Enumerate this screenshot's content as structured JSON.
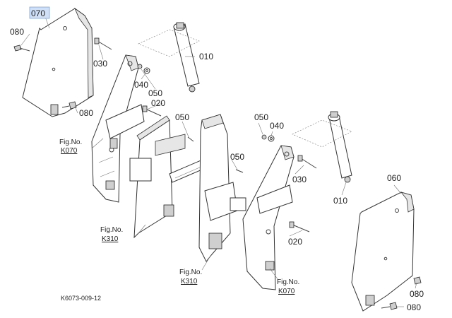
{
  "diagram": {
    "part_labels": {
      "p070": "070",
      "p080_top": "080",
      "p080_left_bottom": "080",
      "p030_left": "030",
      "p010_left": "010",
      "p040_left": "040",
      "p050_left": "050",
      "p020_left": "020",
      "p050_mid": "050",
      "p050_right_top": "050",
      "p040_right": "040",
      "p050_right_mid": "050",
      "p030_right": "030",
      "p010_right": "010",
      "p060": "060",
      "p020_right": "020",
      "p080_right_a": "080",
      "p080_right_b": "080"
    },
    "fig_refs": {
      "k070_left_title": "Fig.No.",
      "k070_left_code": "K070",
      "k310_left_title": "Fig.No.",
      "k310_left_code": "K310",
      "k310_right_title": "Fig.No.",
      "k310_right_code": "K310",
      "k070_right_title": "Fig.No.",
      "k070_right_code": "K070"
    },
    "drawing_code": "K6073-009-12",
    "highlight_color": "#cfe0f7"
  }
}
